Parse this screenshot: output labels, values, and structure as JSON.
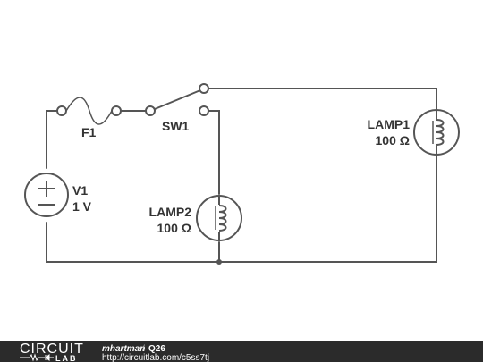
{
  "diagram": {
    "components": {
      "fuse": {
        "name": "F1"
      },
      "switch": {
        "name": "SW1"
      },
      "source": {
        "name": "V1",
        "value": "1 V"
      },
      "lamp1": {
        "name": "LAMP1",
        "value": "100 Ω"
      },
      "lamp2": {
        "name": "LAMP2",
        "value": "100 Ω"
      }
    }
  },
  "footer": {
    "logo_top": "CIRCUIT",
    "logo_bottom": "LAB",
    "author": "mhartman",
    "separator": "/",
    "title": "Q26",
    "url": "http://circuitlab.com/c5ss7tj"
  },
  "colors": {
    "wire": "#555555",
    "footer_bg": "#2b2b2b"
  },
  "icons": [
    "voltage-source-icon",
    "fuse-icon",
    "spdt-switch-icon",
    "lamp-icon",
    "circuitlab-logo-icon"
  ]
}
